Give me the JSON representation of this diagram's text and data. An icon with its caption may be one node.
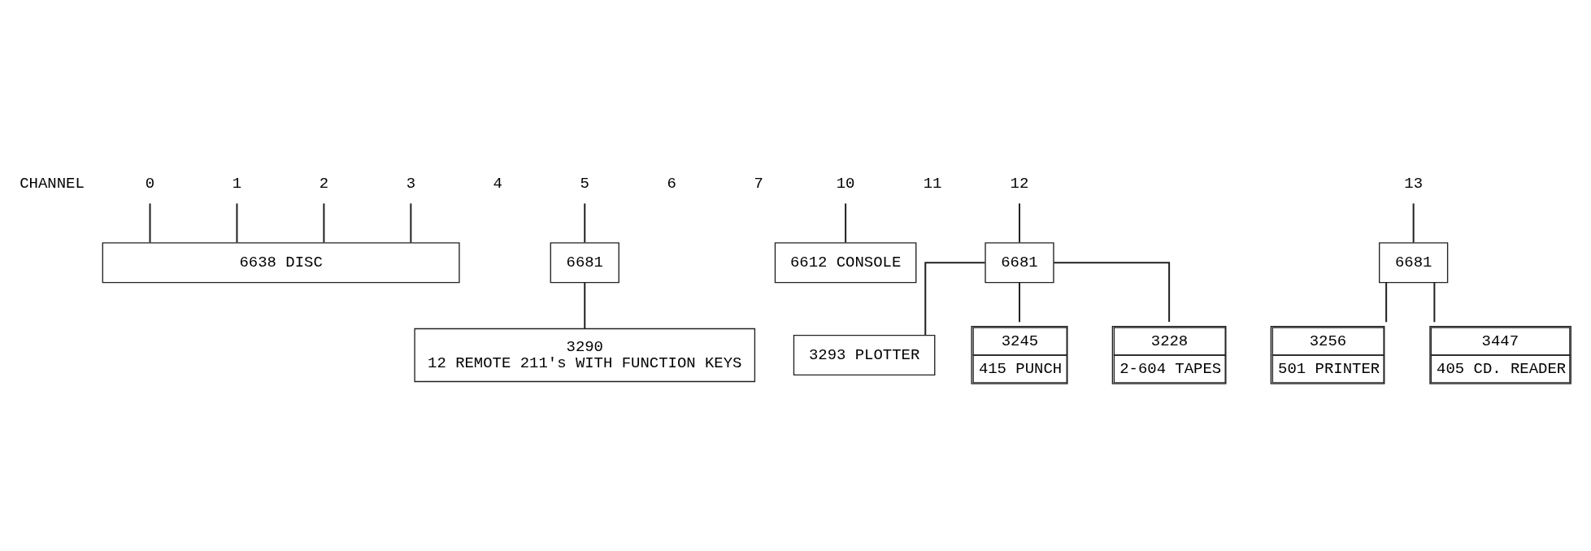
{
  "diagram": {
    "nodes": [
      {
        "text": [
          "0"
        ]
      },
      {
        "text": [
          "1"
        ]
      },
      {
        "text": [
          "2"
        ]
      },
      {
        "text": [
          "3"
        ]
      },
      {
        "text": [
          "5"
        ]
      },
      {
        "text": [
          "10"
        ]
      },
      {
        "text": [
          "12"
        ]
      },
      {
        "text": [
          "13"
        ]
      },
      {
        "text": [
          "6638 DISC"
        ]
      },
      {
        "text": [
          "6681"
        ]
      },
      {
        "text": [
          "6612 CONSOLE"
        ]
      },
      {
        "text": [
          "6681"
        ]
      },
      {
        "text": [
          "6681"
        ]
      },
      {
        "text": [
          "3290",
          "12 REMOTE 211's WITH FUNCTION KEYS"
        ]
      },
      {
        "text": [
          "3293 PLOTTER"
        ]
      },
      {
        "text": [
          "3245",
          "415 PUNCH"
        ]
      },
      {
        "text": [
          "3228",
          "2-604 TAPES"
        ]
      },
      {
        "text": [
          "3256",
          "501 PRINTER"
        ]
      },
      {
        "text": [
          "3447",
          "405 CD. READER"
        ]
      }
    ],
    "edges": [
      {
        "from": 0,
        "to": 8,
        "arrow": "none"
      },
      {
        "from": 1,
        "to": 8,
        "arrow": "none"
      },
      {
        "from": 2,
        "to": 8,
        "arrow": "none"
      },
      {
        "from": 3,
        "to": 8,
        "arrow": "none"
      },
      {
        "from": 4,
        "to": 9,
        "arrow": "none"
      },
      {
        "from": 9,
        "to": 13,
        "arrow": "none"
      },
      {
        "from": 5,
        "to": 10,
        "arrow": "none"
      },
      {
        "from": 6,
        "to": 11,
        "arrow": "none"
      },
      {
        "from": 11,
        "to": 14,
        "arrow": "none"
      },
      {
        "from": 11,
        "to": 15,
        "arrow": "none"
      },
      {
        "from": 11,
        "to": 16,
        "arrow": "none"
      },
      {
        "from": 7,
        "to": 12,
        "arrow": "none"
      },
      {
        "from": 12,
        "to": 17,
        "arrow": "none"
      },
      {
        "from": 12,
        "to": 18,
        "arrow": "none"
      }
    ],
    "labels": [
      "CHANNEL",
      "4",
      "6",
      "7",
      "11"
    ]
  }
}
